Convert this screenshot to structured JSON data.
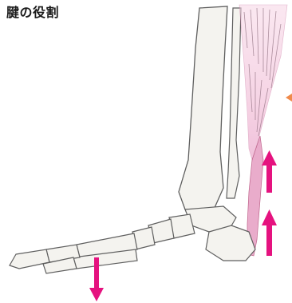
{
  "diagram": {
    "title": "腱の役割",
    "colors": {
      "bone_fill": "#f4f3ef",
      "bone_stroke": "#5f5f5f",
      "tendon": "#e7a4c6",
      "tendon_dark": "#b8537f",
      "arrow": "#e5127f",
      "pointer": "#f08a4b"
    },
    "arrows": [
      {
        "name": "pull-up-arrow-upper",
        "direction": "up"
      },
      {
        "name": "pull-up-arrow-lower",
        "direction": "up"
      },
      {
        "name": "push-down-arrow",
        "direction": "down"
      }
    ]
  }
}
